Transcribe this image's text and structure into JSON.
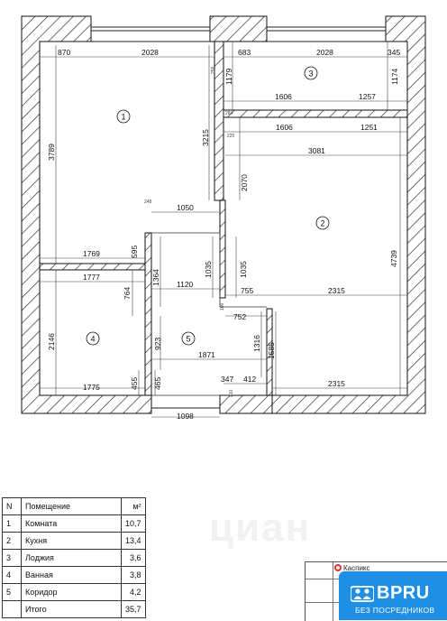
{
  "plan": {
    "dimensions": {
      "d870": "870",
      "d2028a": "2028",
      "d683": "683",
      "d2028b": "2028",
      "d345": "345",
      "d1179": "1179",
      "d1174": "1174",
      "d1606a": "1606",
      "d1257": "1257",
      "d1606b": "1606",
      "d1251": "1251",
      "d3081": "3081",
      "d3789": "3789",
      "d3215": "3215",
      "d2070": "2070",
      "d1050": "1050",
      "d1769": "1769",
      "d595": "595",
      "d1777": "1777",
      "d1364": "1364",
      "d1035a": "1035",
      "d1035b": "1035",
      "d1120": "1120",
      "d755": "755",
      "d2315a": "2315",
      "d4739": "4739",
      "d764": "764",
      "d752": "752",
      "d2146": "2146",
      "d923": "923",
      "d1316": "1316",
      "d1585": "1585",
      "d1871": "1871",
      "d347": "347",
      "d412": "412",
      "d455": "455",
      "d465": "465",
      "d1775": "1775",
      "d2315b": "2315",
      "d1098": "1098",
      "s248": "248",
      "s258": "258",
      "s284": "284",
      "s225": "225",
      "s100": "100",
      "s210": "210"
    },
    "room_numbers": [
      "1",
      "2",
      "3",
      "4",
      "5"
    ]
  },
  "table": {
    "headers": [
      "N",
      "Помещение",
      "м²"
    ],
    "rows": [
      [
        "1",
        "Комната",
        "10,7"
      ],
      [
        "2",
        "Кухня",
        "13,4"
      ],
      [
        "3",
        "Лоджия",
        "3,6"
      ],
      [
        "4",
        "Ванная",
        "3,8"
      ],
      [
        "5",
        "Коридор",
        "4,2"
      ],
      [
        "",
        "Итого",
        "35,7"
      ]
    ]
  },
  "stamp": {
    "brand": "Каспикс"
  },
  "watermark": "циан",
  "badge": {
    "title": "BPRU",
    "subtitle": "БЕЗ ПОСРЕДНИКОВ"
  }
}
